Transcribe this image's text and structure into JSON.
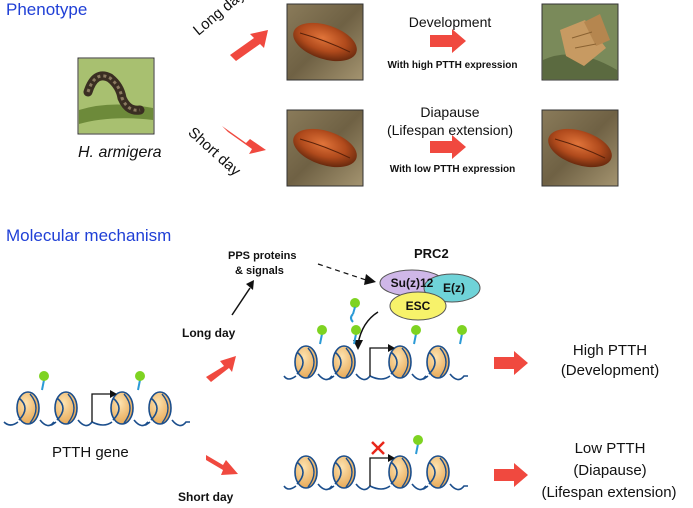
{
  "phenotype": {
    "title": "Phenotype",
    "species": "H. armigera",
    "long_day_label": "Long day",
    "short_day_label": "Short day",
    "development_label": "Development",
    "high_expression_note": "With high PTTH expression",
    "diapause_label": "Diapause",
    "lifespan_label": "(Lifespan extension)",
    "low_expression_note": "With low PTTH expression"
  },
  "mechanism": {
    "title": "Molecular mechanism",
    "pps_line1": "PPS proteins",
    "pps_line2": "& signals",
    "prc2_label": "PRC2",
    "suz12_label": "Su(z)12",
    "ez_label": "E(z)",
    "esc_label": "ESC",
    "long_day_label": "Long day",
    "short_day_label": "Short day",
    "gene_label": "PTTH gene",
    "high_line1": "High PTTH",
    "high_line2": "(Development)",
    "low_line1": "Low PTTH",
    "low_line2": "(Diapause)",
    "low_line3": "(Lifespan extension)"
  },
  "colors": {
    "title_blue": "#1f3fd6",
    "arrow_red": "#f0493f",
    "nucleosome_tan": "#f2c27a",
    "dna_blue": "#1b4e8c",
    "mark_green": "#7ed321",
    "suz12_purple": "#cfb7e8",
    "ez_teal": "#6fd3d8",
    "esc_yellow": "#f7f26a",
    "block_red": "#e8261a"
  },
  "icons": {
    "caterpillar": "caterpillar-photo",
    "pupa": "pupa-photo",
    "moth": "moth-photo"
  }
}
